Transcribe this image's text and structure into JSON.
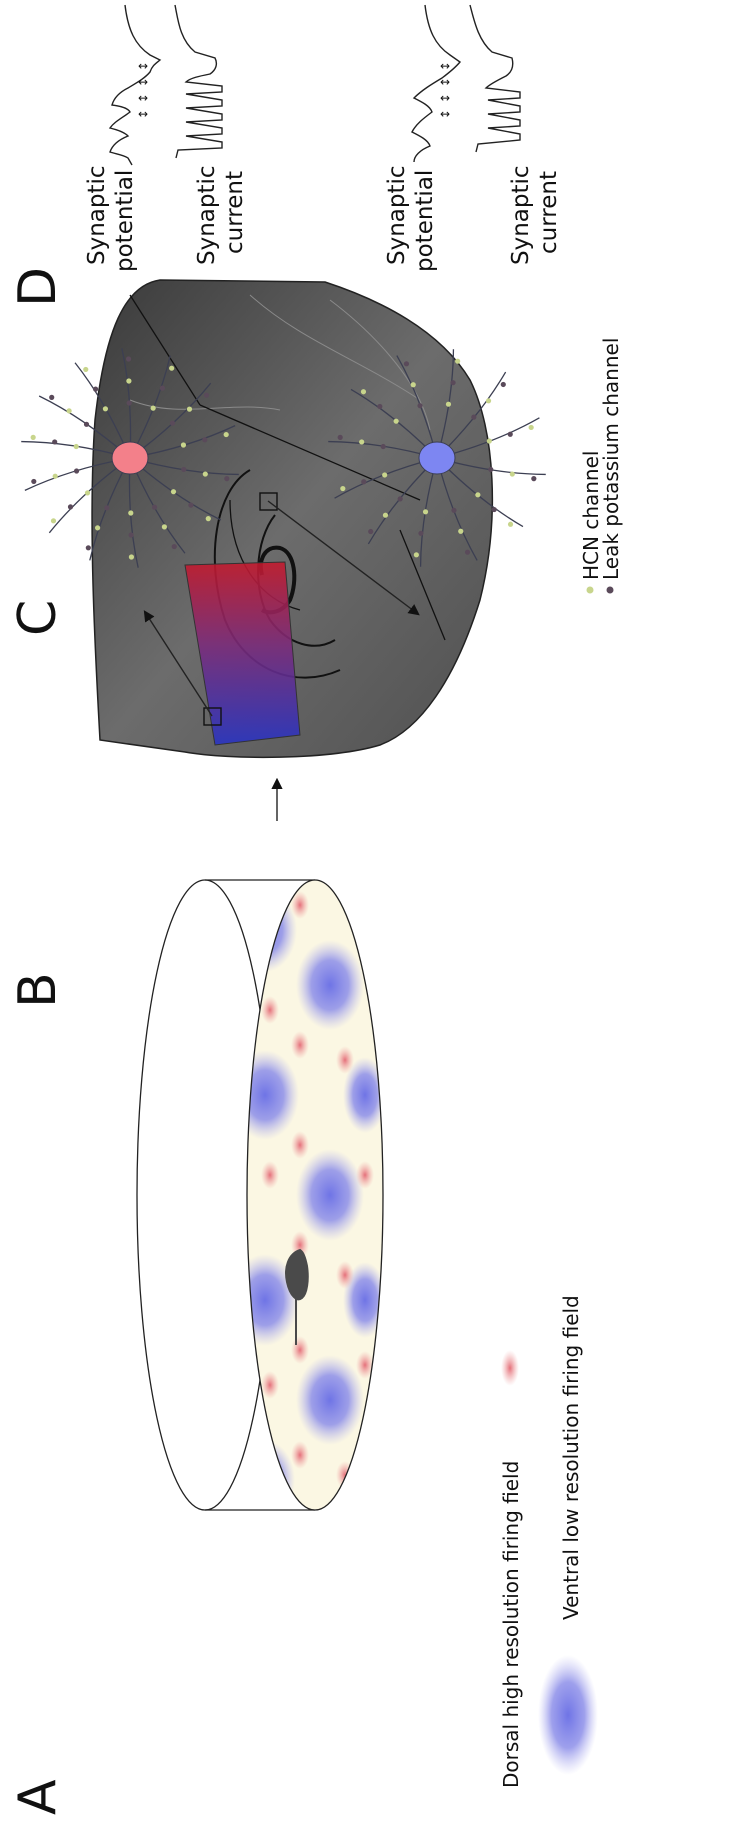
{
  "panels": {
    "a": "A",
    "b": "B",
    "c": "C",
    "d": "D"
  },
  "legend_a": {
    "dorsal": "Dorsal high resolution firing field",
    "ventral": "Ventral low resolution firing field",
    "dorsal_color": "#e5707a",
    "ventral_color": "#6f74e6"
  },
  "legend_c": {
    "hcn": "HCN channel",
    "leak": "Leak potassium channel",
    "hcn_color": "#c8d58c",
    "leak_color": "#5a4a5a"
  },
  "traces": {
    "potential_line1": "Synaptic",
    "potential_line2": "potential",
    "current_line1": "Synaptic",
    "current_line2": "current",
    "arrow_color": "#7ec242"
  },
  "colors": {
    "dorsal_neuron": "#f3808a",
    "ventral_neuron": "#7d86f2",
    "field_bg": "#fbf7e3",
    "dorsal_region": "#c6182b",
    "ventral_region": "#2733c4"
  }
}
